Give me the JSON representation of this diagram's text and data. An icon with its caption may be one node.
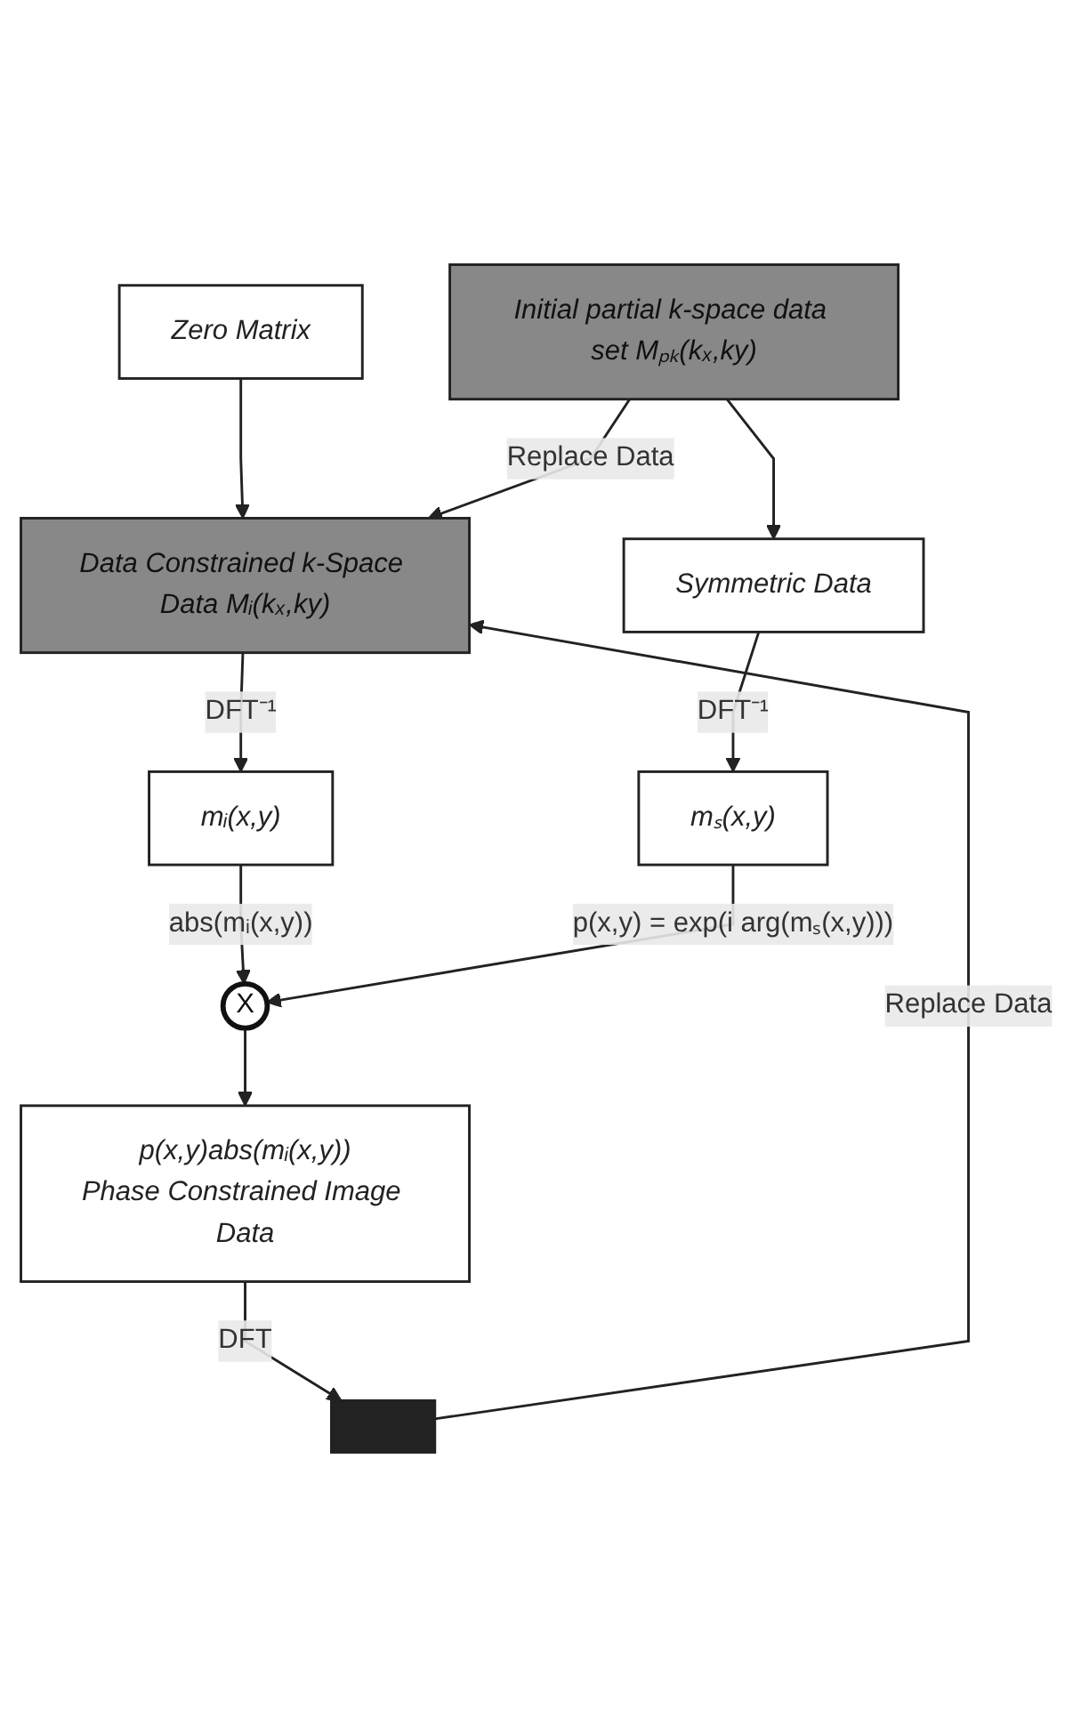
{
  "diagram": {
    "nodes": [
      {
        "text": [
          "Zero Matrix"
        ]
      },
      {
        "text": [
          "Initial partial k-space data set Mₚₖ(kₓ,ky)"
        ]
      },
      {
        "text": [
          "Data Constrained k-Space Data Mᵢ(kₓ,ky)"
        ]
      },
      {
        "text": [
          "Symmetric Data"
        ]
      },
      {
        "text": [
          "mᵢ(x,y)"
        ]
      },
      {
        "text": [
          "mₛ(x,y)"
        ]
      },
      {
        "text": [
          "X"
        ]
      },
      {
        "text": [
          "p(x,y)abs(mᵢ(x,y))",
          "Phase Constrained Image Data"
        ]
      },
      {
        "text": [],
        "shape": "box"
      }
    ],
    "edges": [
      {
        "from": 0,
        "to": 2,
        "arrow": "to"
      },
      {
        "from": 1,
        "to": 2,
        "arrow": "to",
        "label": "Replace Data"
      },
      {
        "from": 1,
        "to": 3,
        "arrow": "to"
      },
      {
        "from": 2,
        "to": 4,
        "arrow": "to",
        "label": "DFT⁻¹"
      },
      {
        "from": 3,
        "to": 5,
        "arrow": "to",
        "label": "DFT⁻¹"
      },
      {
        "from": 4,
        "to": 6,
        "arrow": "to",
        "label": "abs(mᵢ(x,y))"
      },
      {
        "from": 5,
        "to": 6,
        "arrow": "to",
        "label": "p(x,y) = exp(i arg(mₛ(x,y)))"
      },
      {
        "from": 6,
        "to": 7,
        "arrow": "to"
      },
      {
        "from": 7,
        "to": 8,
        "arrow": "to",
        "label": "DFT"
      },
      {
        "from": 8,
        "to": 2,
        "arrow": "to",
        "label": "Replace Data"
      }
    ]
  }
}
